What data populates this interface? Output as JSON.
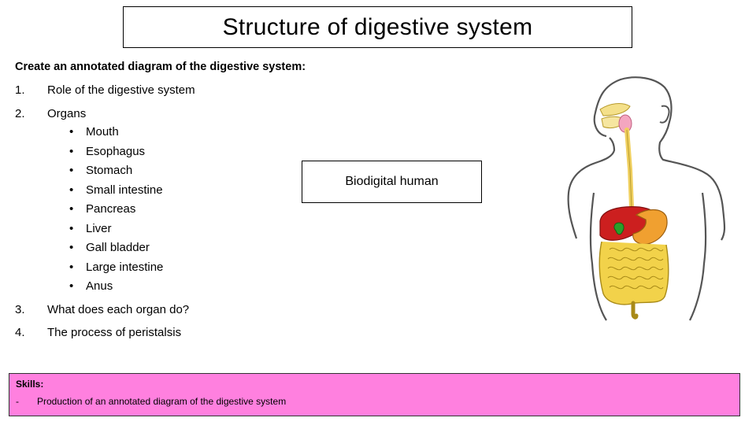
{
  "title": "Structure of digestive system",
  "intro": "Create an annotated diagram of the digestive system:",
  "items": [
    {
      "num": "1.",
      "text": "Role of the digestive system"
    },
    {
      "num": "2.",
      "text": "Organs"
    },
    {
      "num": "3.",
      "text": "What does each organ do?"
    },
    {
      "num": "4.",
      "text": "The process of peristalsis"
    }
  ],
  "organs": [
    "Mouth",
    "Esophagus",
    "Stomach",
    "Small intestine",
    "Pancreas",
    "Liver",
    "Gall bladder",
    "Large intestine",
    "Anus"
  ],
  "bio_box": "Biodigital human",
  "skills": {
    "label": "Skills:",
    "dash": "-",
    "text": "Production of an annotated diagram of the digestive system"
  },
  "colors": {
    "skills_bg": "#ff80df",
    "liver": "#cc1f1f",
    "stomach": "#f0a030",
    "intestine": "#f2d24a",
    "gallbladder": "#2aa02a",
    "salivary": "#f4a6c0"
  }
}
